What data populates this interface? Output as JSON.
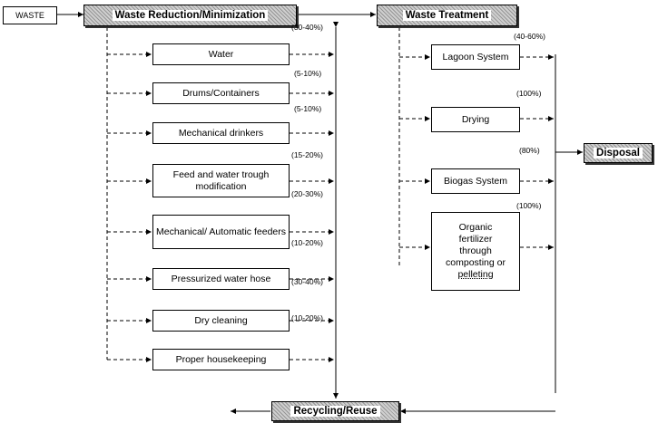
{
  "input_label": "WASTE",
  "headers": {
    "reduction": "Waste Reduction/Minimization",
    "treatment": "Waste Treatment",
    "disposal": "Disposal",
    "recycling": "Recycling/Reuse"
  },
  "reduction_items": [
    {
      "label": "Water",
      "pct": "(30-40%)"
    },
    {
      "label": "Drums/Containers",
      "pct": "(5-10%)"
    },
    {
      "label": "Mechanical drinkers",
      "pct": "(5-10%)"
    },
    {
      "label": "Feed and water trough modification",
      "pct": "(15-20%)"
    },
    {
      "label": "Mechanical/ Automatic feeders",
      "pct": "(20-30%)"
    },
    {
      "label": "Pressurized water hose",
      "pct": "(10-20%)"
    },
    {
      "label": "Dry cleaning",
      "pct": "(30-40%)"
    },
    {
      "label": "Proper housekeeping",
      "pct": "(10-20%)"
    }
  ],
  "treatment_items": [
    {
      "label": "Lagoon System",
      "pct": "(40-60%)"
    },
    {
      "label": "Drying",
      "pct": "(100%)"
    },
    {
      "label": "Biogas System",
      "pct": "(80%)"
    },
    {
      "label_main": "Organic fertilizer through composting or",
      "label_last": "pelleting",
      "pct": "(100%)"
    }
  ]
}
